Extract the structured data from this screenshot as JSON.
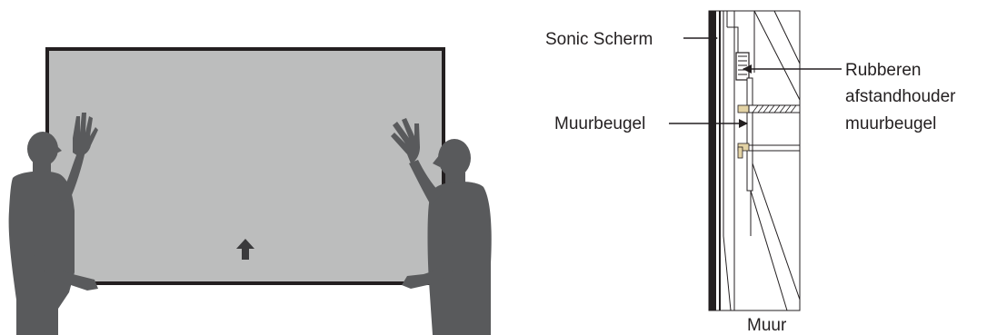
{
  "colors": {
    "screen_fill": "#bcbdbd",
    "frame": "#231f20",
    "person": "#595a5c",
    "line": "#231f20",
    "bracket_tan": "#e3d3a5"
  },
  "illustration_left": {
    "arrow_icon": "arrow-up-icon",
    "persons": [
      "person-left-silhouette",
      "person-right-silhouette"
    ]
  },
  "callouts": {
    "screen": "Sonic Scherm",
    "bracket": "Muurbeugel",
    "spacer_line1": "Rubberen",
    "spacer_line2": "afstandhouder",
    "spacer_line3": "muurbeugel",
    "wall": "Muur"
  }
}
